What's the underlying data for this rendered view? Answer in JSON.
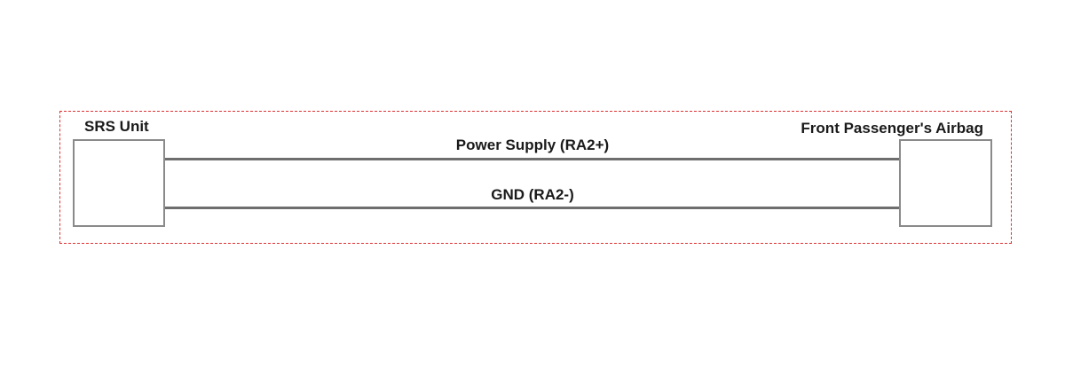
{
  "diagram": {
    "left_component": "SRS Unit",
    "right_component": "Front Passenger's Airbag",
    "wires": [
      {
        "label": "Power Supply (RA2+)"
      },
      {
        "label": "GND (RA2-)"
      }
    ],
    "colors": {
      "frame_border": "#e03030",
      "box_border": "#8a8a8a",
      "wire": "#6e6e6e",
      "text": "#1a1a1a"
    }
  }
}
